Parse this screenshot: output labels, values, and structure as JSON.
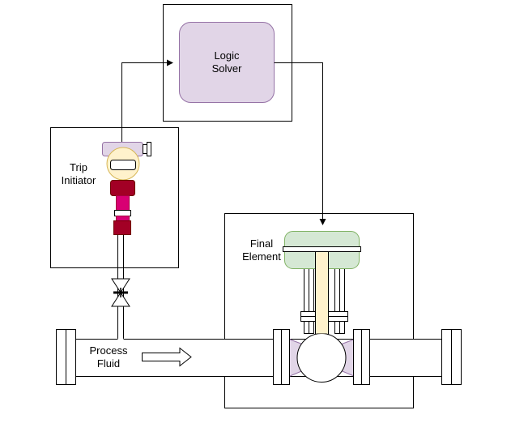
{
  "labels": {
    "logic_solver": "Logic\nSolver",
    "trip_initiator": "Trip\nInitiator",
    "final_element": "Final\nElement",
    "process_fluid": "Process\nFluid"
  },
  "colors": {
    "logic_solver_fill": "#e1d5e7",
    "logic_solver_stroke": "#9673a6",
    "transmitter_head": "#fff2cc",
    "transmitter_body": "#a20025",
    "transmitter_neck": "#d80073",
    "actuator_fill": "#d5e8d4",
    "actuator_stroke": "#82b366",
    "stem_fill": "#fff2cc",
    "valve_body_fill": "#e1d5e7"
  },
  "icons": [
    "arrow-icon",
    "valve-icon",
    "transmitter-icon",
    "actuator-icon",
    "flow-arrow-icon"
  ]
}
